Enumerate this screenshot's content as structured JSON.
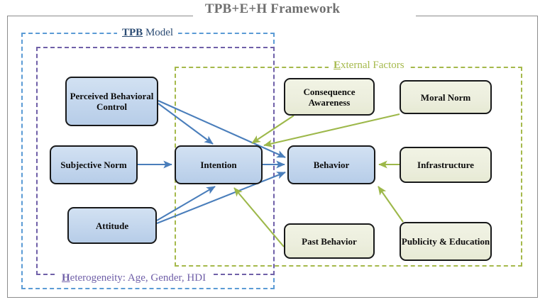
{
  "title": "TPB+E+H Framework",
  "groups": {
    "tpb": {
      "label_bold": "TPB",
      "label_rest": " Model",
      "color": "#5b9bd5",
      "name": "tpb-model-group"
    },
    "external": {
      "label_bold": "E",
      "label_rest": "xternal Factors",
      "color": "#a5b94b",
      "name": "external-factors-group"
    },
    "heterogeneity": {
      "label_bold": "H",
      "label_rest": "eterogeneity: Age, Gender, HDI",
      "color": "#7060a8",
      "name": "heterogeneity-group"
    }
  },
  "nodes": {
    "pbc": "Perceived Behavioral Control",
    "sn": "Subjective Norm",
    "att": "Attitude",
    "int": "Intention",
    "beh": "Behavior",
    "ca": "Consequence Awareness",
    "mn": "Moral Norm",
    "inf": "Infrastructure",
    "pb": "Past Behavior",
    "pe": "Publicity & Education"
  },
  "colors": {
    "core_fill": "#c3d6ed",
    "external_fill": "#eceedd",
    "core_arrow": "#4a7ebb",
    "external_arrow": "#9db84a",
    "node_border": "#18191a",
    "frame": "#8c8c8c",
    "title_text": "#6f6f6f"
  },
  "edges": [
    {
      "from": "pbc",
      "to": "int",
      "color": "core_arrow"
    },
    {
      "from": "pbc",
      "to": "beh",
      "color": "core_arrow"
    },
    {
      "from": "sn",
      "to": "int",
      "color": "core_arrow"
    },
    {
      "from": "att",
      "to": "int",
      "color": "core_arrow"
    },
    {
      "from": "att",
      "to": "beh",
      "color": "core_arrow"
    },
    {
      "from": "int",
      "to": "beh",
      "color": "core_arrow"
    },
    {
      "from": "ca",
      "to": "int",
      "color": "external_arrow"
    },
    {
      "from": "mn",
      "to": "int",
      "color": "external_arrow"
    },
    {
      "from": "pb",
      "to": "int",
      "color": "external_arrow"
    },
    {
      "from": "inf",
      "to": "beh",
      "color": "external_arrow"
    },
    {
      "from": "pe",
      "to": "beh",
      "color": "external_arrow"
    }
  ]
}
